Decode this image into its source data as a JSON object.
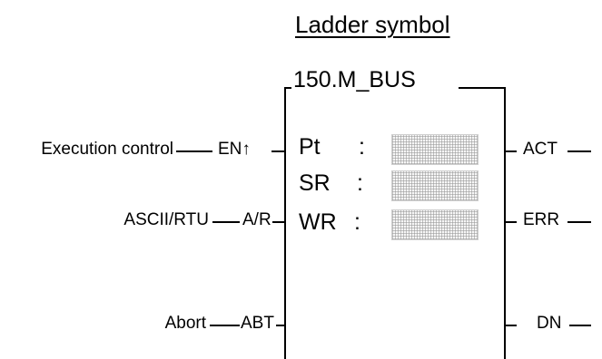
{
  "title": "Ladder symbol",
  "block": {
    "name": "150.M_BUS"
  },
  "inputs": [
    {
      "description": "Execution control",
      "pin": "EN↑"
    },
    {
      "description": "ASCII/RTU",
      "pin": "A/R"
    },
    {
      "description": "Abort",
      "pin": "ABT"
    }
  ],
  "registers": [
    {
      "label": "Pt",
      "separator": ":"
    },
    {
      "label": "SR",
      "separator": ":"
    },
    {
      "label": "WR",
      "separator": ":"
    }
  ],
  "outputs": [
    {
      "pin": "ACT"
    },
    {
      "pin": "ERR"
    },
    {
      "pin": "DN"
    }
  ]
}
